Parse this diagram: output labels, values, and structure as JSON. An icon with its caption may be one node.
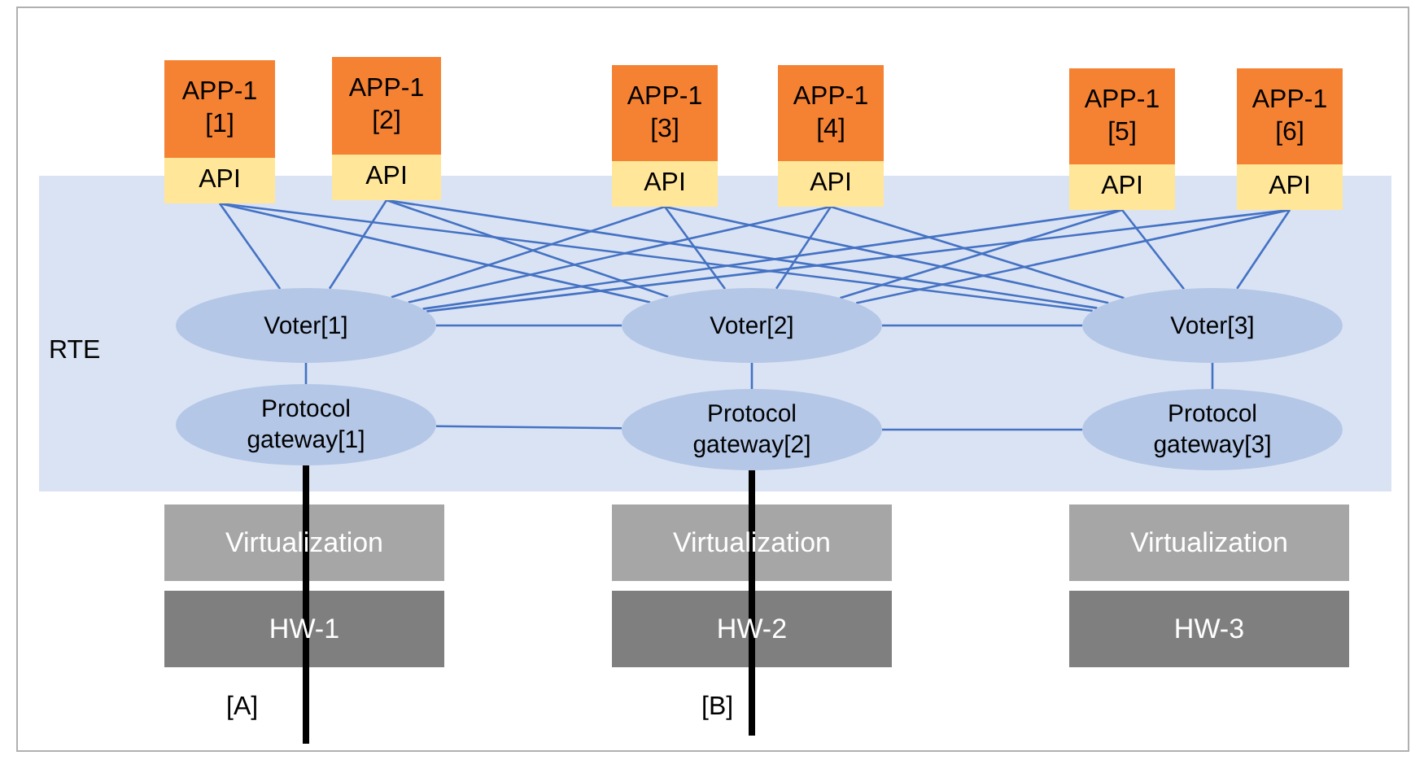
{
  "diagram": {
    "nodes": [
      {
        "text": [
          "APP-1 [1]"
        ]
      },
      {
        "text": [
          "API"
        ]
      },
      {
        "text": [
          "APP-1 [2]"
        ]
      },
      {
        "text": [
          "API"
        ]
      },
      {
        "text": [
          "APP-1 [3]"
        ]
      },
      {
        "text": [
          "API"
        ]
      },
      {
        "text": [
          "APP-1 [4]"
        ]
      },
      {
        "text": [
          "API"
        ]
      },
      {
        "text": [
          "APP-1 [5]"
        ]
      },
      {
        "text": [
          "API"
        ]
      },
      {
        "text": [
          "APP-1 [6]"
        ]
      },
      {
        "text": [
          "API"
        ]
      },
      {
        "text": [
          "RTE"
        ]
      },
      {
        "text": [
          "Voter[1]"
        ],
        "in": 12
      },
      {
        "text": [
          "Voter[2]"
        ],
        "in": 12
      },
      {
        "text": [
          "Voter[3]"
        ],
        "in": 12
      },
      {
        "text": [
          "Protocol gateway[1]"
        ],
        "in": 12
      },
      {
        "text": [
          "Protocol gateway[2]"
        ],
        "in": 12
      },
      {
        "text": [
          "Protocol gateway[3]"
        ],
        "in": 12
      },
      {
        "text": [
          "Virtualization"
        ]
      },
      {
        "text": [
          "HW-1"
        ]
      },
      {
        "text": [
          "Virtualization"
        ]
      },
      {
        "text": [
          "HW-2"
        ]
      },
      {
        "text": [
          "Virtualization"
        ]
      },
      {
        "text": [
          "HW-3"
        ]
      }
    ],
    "edges": [
      {
        "from": 1,
        "to": 13,
        "arrow": "none"
      },
      {
        "from": 1,
        "to": 14,
        "arrow": "none"
      },
      {
        "from": 1,
        "to": 15,
        "arrow": "none"
      },
      {
        "from": 3,
        "to": 13,
        "arrow": "none"
      },
      {
        "from": 3,
        "to": 14,
        "arrow": "none"
      },
      {
        "from": 3,
        "to": 15,
        "arrow": "none"
      },
      {
        "from": 5,
        "to": 13,
        "arrow": "none"
      },
      {
        "from": 5,
        "to": 14,
        "arrow": "none"
      },
      {
        "from": 5,
        "to": 15,
        "arrow": "none"
      },
      {
        "from": 7,
        "to": 13,
        "arrow": "none"
      },
      {
        "from": 7,
        "to": 14,
        "arrow": "none"
      },
      {
        "from": 7,
        "to": 15,
        "arrow": "none"
      },
      {
        "from": 9,
        "to": 13,
        "arrow": "none"
      },
      {
        "from": 9,
        "to": 14,
        "arrow": "none"
      },
      {
        "from": 9,
        "to": 15,
        "arrow": "none"
      },
      {
        "from": 11,
        "to": 13,
        "arrow": "none"
      },
      {
        "from": 11,
        "to": 14,
        "arrow": "none"
      },
      {
        "from": 11,
        "to": 15,
        "arrow": "none"
      },
      {
        "from": 13,
        "to": 14,
        "arrow": "none"
      },
      {
        "from": 14,
        "to": 15,
        "arrow": "none"
      },
      {
        "from": 13,
        "to": 16,
        "arrow": "none"
      },
      {
        "from": 14,
        "to": 17,
        "arrow": "none"
      },
      {
        "from": 15,
        "to": 18,
        "arrow": "none"
      },
      {
        "from": 16,
        "to": 17,
        "arrow": "none"
      },
      {
        "from": 17,
        "to": 18,
        "arrow": "none"
      },
      {
        "from": 16,
        "to": null,
        "arrow": "none",
        "label": "[A]",
        "style": "thick",
        "color": "#000000"
      },
      {
        "from": 17,
        "to": null,
        "arrow": "none",
        "label": "[B]",
        "style": "thick",
        "color": "#000000"
      }
    ]
  }
}
